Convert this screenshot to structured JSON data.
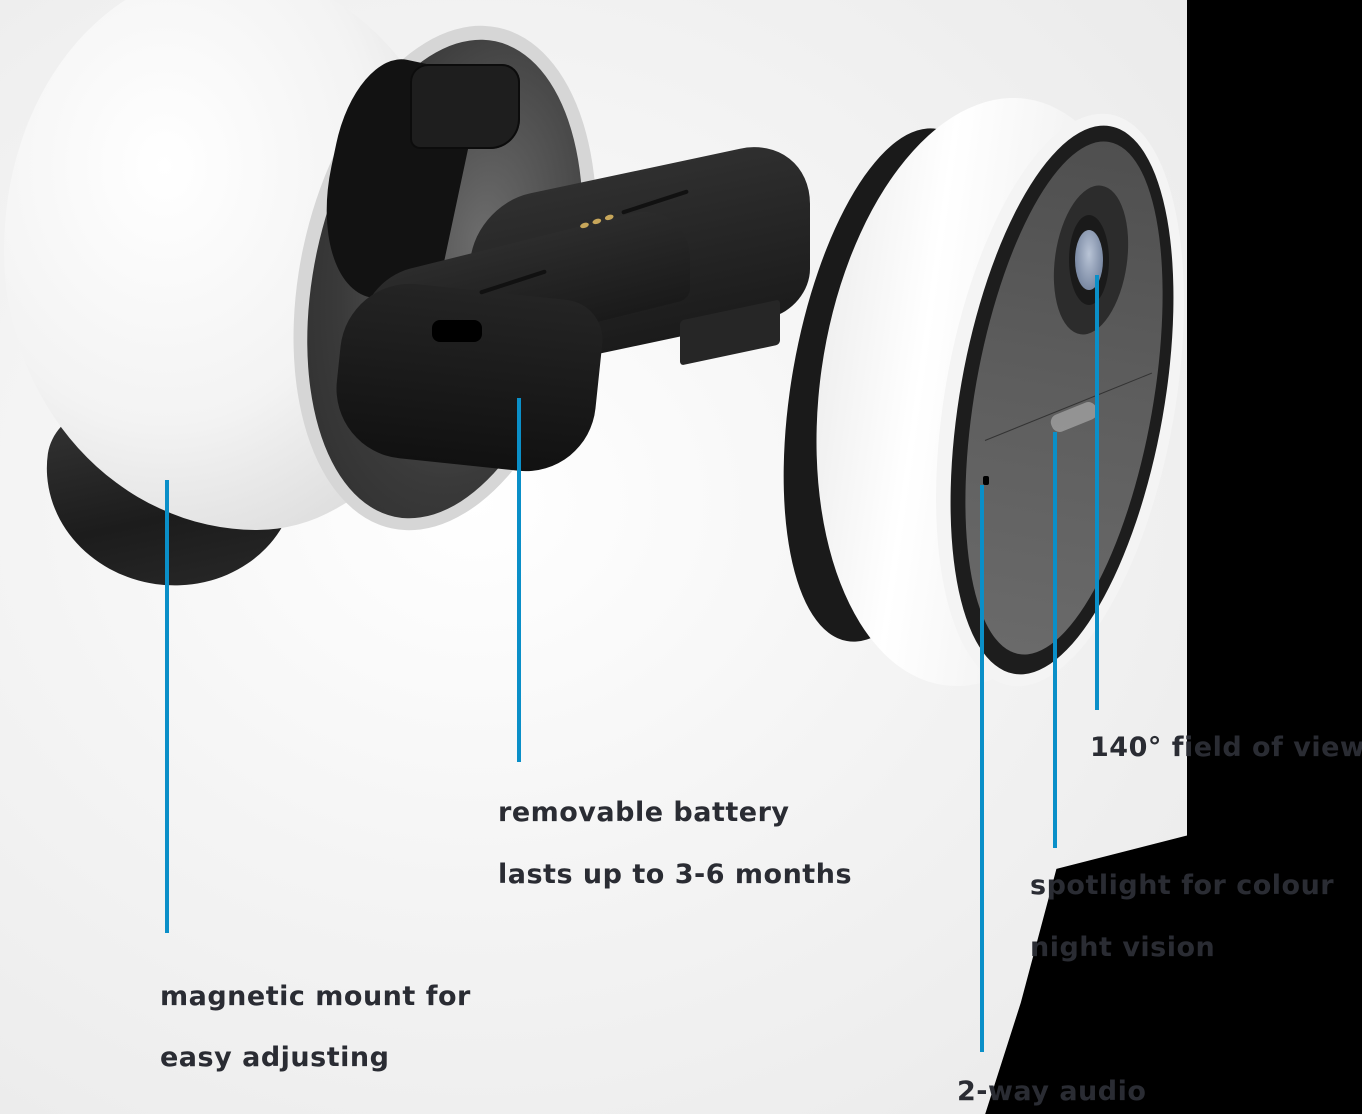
{
  "image": {
    "description": "Exploded product view of a white wireless security camera with removable black battery, magnetic mount and camera head",
    "accent_color": "#0a8fc8",
    "label_color": "#2a2c33"
  },
  "callouts": [
    {
      "id": "field-of-view",
      "lines": [
        "140° field of view"
      ]
    },
    {
      "id": "battery",
      "lines": [
        "removable battery",
        "lasts up to 3-6 months"
      ]
    },
    {
      "id": "spotlight",
      "lines": [
        "spotlight for colour",
        "night vision"
      ]
    },
    {
      "id": "mount",
      "lines": [
        "magnetic mount for",
        "easy adjusting"
      ]
    },
    {
      "id": "audio",
      "lines": [
        "2-way audio"
      ]
    }
  ]
}
